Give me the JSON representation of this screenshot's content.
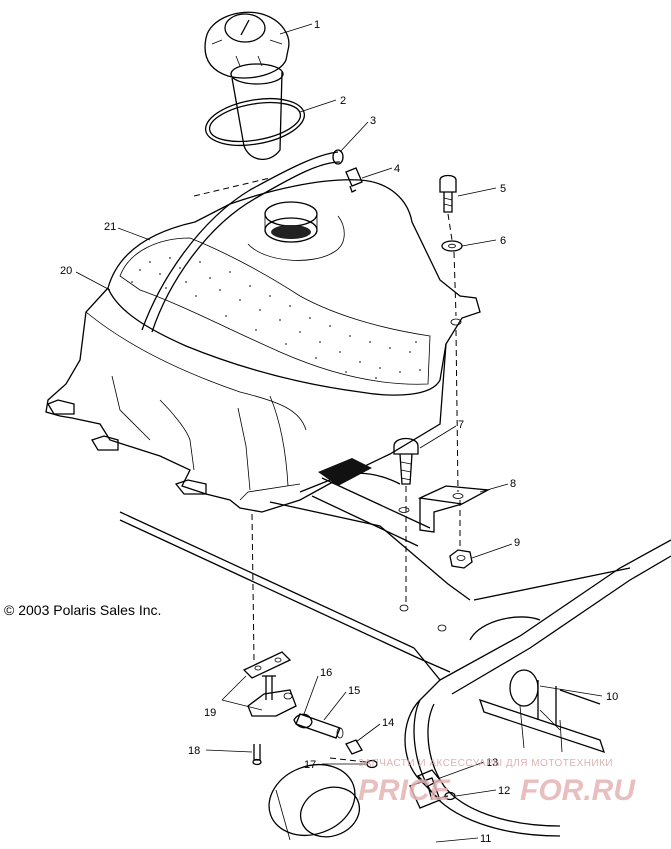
{
  "copyright": "© 2003 Polaris Sales Inc.",
  "callouts": {
    "c1": "1",
    "c2": "2",
    "c3": "3",
    "c4": "4",
    "c5": "5",
    "c6": "6",
    "c7": "7",
    "c8": "8",
    "c9": "9",
    "c10": "10",
    "c11": "11",
    "c12": "12",
    "c13": "13",
    "c14": "14",
    "c15": "15",
    "c16": "16",
    "c17": "17",
    "c18": "18",
    "c19": "19",
    "c20": "20",
    "c21": "21"
  },
  "watermark": {
    "tagline": "ЗАПЧАСТИ И АКСЕССУАРЫ ДЛЯ МОТОТЕХНИКИ",
    "brand_left": "PRICE",
    "brand_right": "FOR.RU"
  },
  "colors": {
    "line": "#000000",
    "watermark": "#e6b3b3"
  }
}
